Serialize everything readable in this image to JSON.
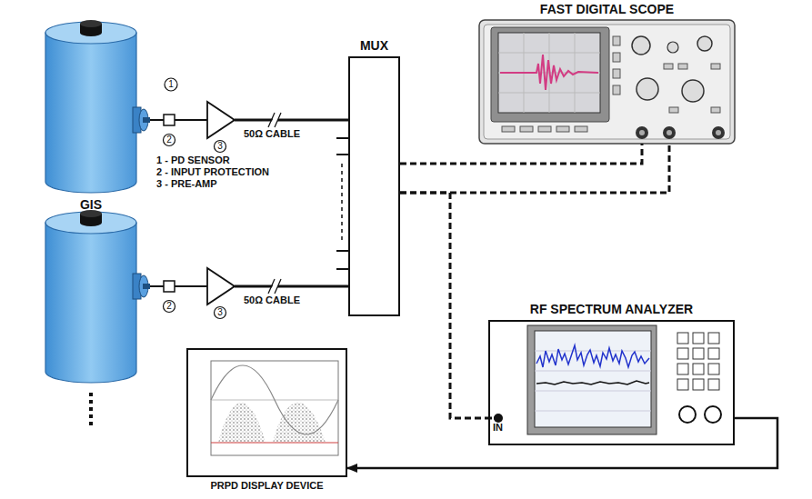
{
  "diagram": {
    "nodes": [
      {
        "text": [
          "MUX"
        ]
      },
      {
        "text": [
          "FAST DIGITAL SCOPE"
        ]
      },
      {
        "text": [
          "RF SPECTRUM ANALYZER",
          "IN"
        ]
      },
      {
        "text": [
          "PRPD DISPLAY DEVICE"
        ]
      }
    ],
    "edges": [
      {
        "from": 0,
        "to": 1,
        "arrow": "none"
      },
      {
        "from": 0,
        "to": 1,
        "arrow": "none"
      },
      {
        "from": 0,
        "to": 2,
        "arrow": "none"
      },
      {
        "from": 2,
        "to": 3,
        "arrow": "to"
      }
    ],
    "labels": [
      "1",
      "2",
      "3",
      "1 - PD SENSOR",
      "2 - INPUT PROTECTION",
      "3 - PRE-AMP",
      "50Ω CABLE",
      "GIS",
      "2",
      "3",
      "50Ω CABLE"
    ]
  }
}
